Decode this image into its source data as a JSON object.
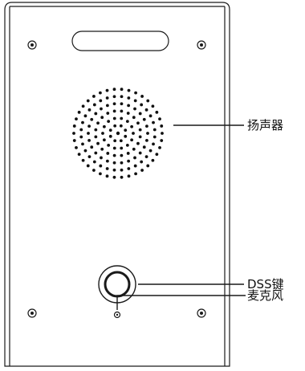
{
  "labels": {
    "speaker": "扬声器",
    "dss_key": "DSS键",
    "microphone": "麦克风"
  },
  "colors": {
    "stroke": "#1a1a1a",
    "dot": "#111111",
    "background": "#ffffff"
  },
  "icons": {
    "mounting_screw": "screw-icon",
    "speaker_grille": "speaker-grille-icon",
    "dss_button": "round-button-icon",
    "microphone_hole": "microphone-hole-icon"
  }
}
